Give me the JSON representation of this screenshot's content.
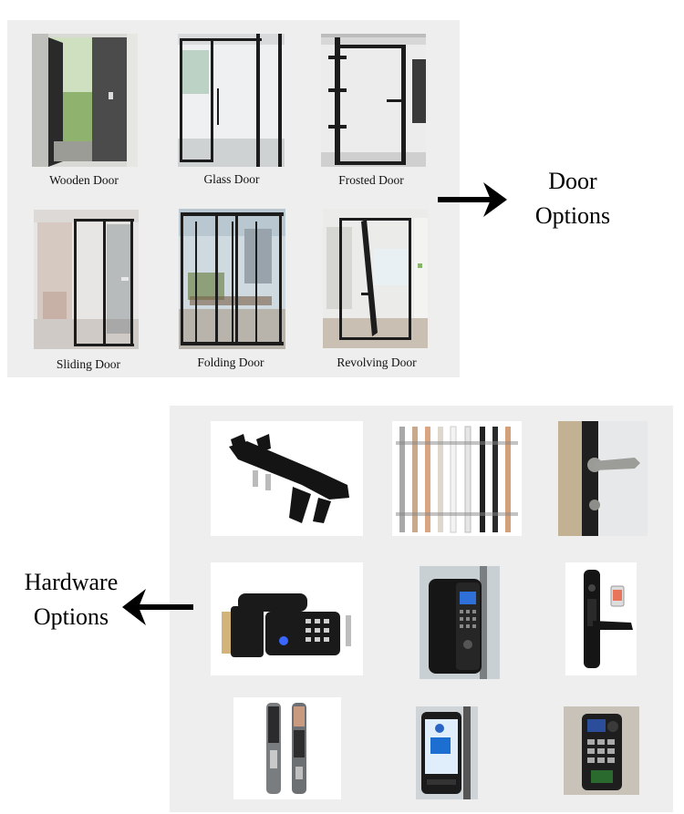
{
  "door_options": {
    "label_line1": "Door",
    "label_line2": "Options",
    "items": [
      {
        "caption": "Wooden Door"
      },
      {
        "caption": "Glass Door"
      },
      {
        "caption": "Frosted Door"
      },
      {
        "caption": "Sliding Door"
      },
      {
        "caption": "Folding Door"
      },
      {
        "caption": "Revolving Door"
      }
    ]
  },
  "hardware_options": {
    "label_line1": "Hardware",
    "label_line2": "Options",
    "items": [
      {
        "icon": "sliding-door-lock-icon"
      },
      {
        "icon": "pull-handles-icon"
      },
      {
        "icon": "lever-handle-icon"
      },
      {
        "icon": "smart-lever-lock-icon"
      },
      {
        "icon": "glass-door-fingerprint-lock-icon"
      },
      {
        "icon": "smart-mortise-lock-icon"
      },
      {
        "icon": "video-smart-lock-icon"
      },
      {
        "icon": "face-recognition-terminal-icon"
      },
      {
        "icon": "fingerprint-terminal-icon"
      }
    ]
  },
  "colors": {
    "panel_bg": "#eeeeef",
    "frame_black": "#1c1c1c",
    "arrow": "#000000"
  }
}
